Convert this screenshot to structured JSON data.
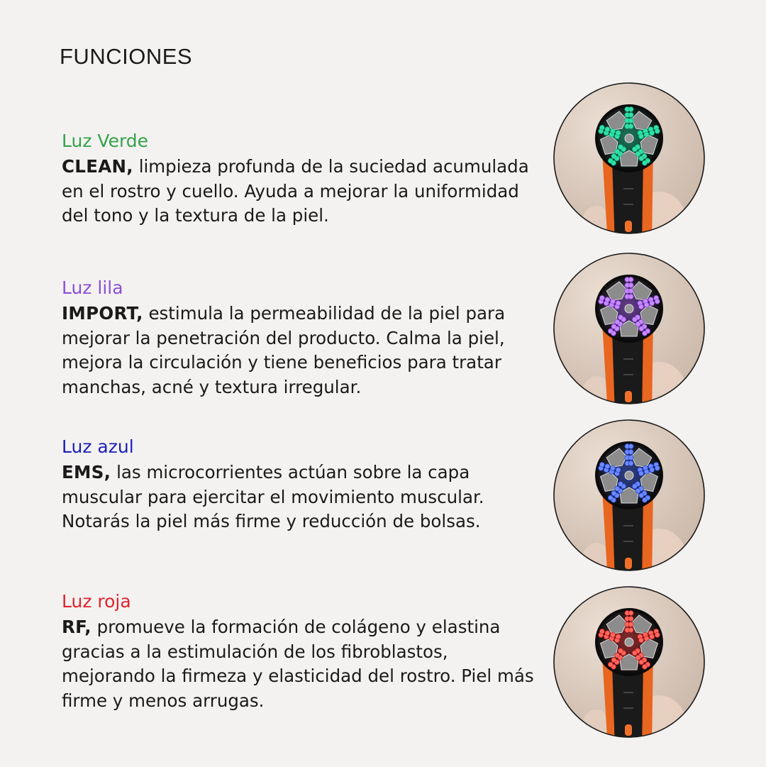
{
  "page": {
    "title": "FUNCIONES"
  },
  "sections": [
    {
      "title": "Luz Verde",
      "color": "#33a34a",
      "keyword": "CLEAN,",
      "text": " limpieza profunda de la suciedad acumulada en el rostro y cuello. Ayuda a mejorar la uniformidad del tono y la textura de la piel.",
      "icon": "green-light-device-icon",
      "led_color": "#33e0a8",
      "led_glow": "#0bbf86"
    },
    {
      "title": "Luz lila",
      "color": "#8b4fd6",
      "keyword": "IMPORT,",
      "text": " estimula la permeabilidad de la piel para mejorar la penetración del producto. Calma la piel, mejora la circulación y tiene beneficios para tratar manchas, acné y textura irregular.",
      "icon": "purple-light-device-icon",
      "led_color": "#c78cff",
      "led_glow": "#9a4df0"
    },
    {
      "title": "Luz azul",
      "color": "#1a1fb8",
      "keyword": "EMS,",
      "text": " las microcorrientes actúan sobre la capa muscular para ejercitar el movimiento muscular. Notarás la piel más firme y reducción de bolsas.",
      "icon": "blue-light-device-icon",
      "led_color": "#6d8bff",
      "led_glow": "#2f4fe6"
    },
    {
      "title": "Luz roja",
      "color": "#e0242c",
      "keyword": "RF,",
      "text": " promueve la formación de colágeno y elastina gracias a la estimulación de los fibroblastos, mejorando la firmeza y elasticidad del rostro. Piel más firme y menos arrugas.",
      "icon": "red-light-device-icon",
      "led_color": "#ff6a5e",
      "led_glow": "#e0262a"
    }
  ]
}
